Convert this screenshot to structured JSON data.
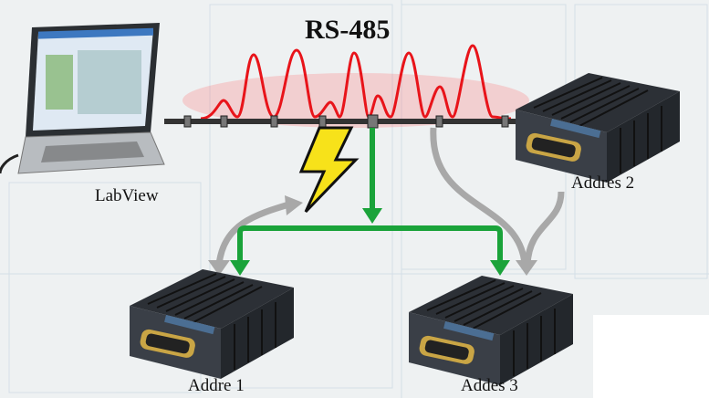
{
  "diagram": {
    "title": "RS-485",
    "nodes": [
      {
        "id": "pc",
        "label": "LabView",
        "icon": "laptop-icon"
      },
      {
        "id": "dev1",
        "label": "Addre 1",
        "icon": "rs485-converter-icon"
      },
      {
        "id": "dev2",
        "label": "Addres 2",
        "icon": "rs485-converter-icon"
      },
      {
        "id": "dev3",
        "label": "Addes 3",
        "icon": "rs485-converter-icon"
      }
    ],
    "colors": {
      "signal": "#e8141a",
      "bus_data": "#1aa33a",
      "link": "#a8a8a8",
      "lightning": "#f7e21a"
    }
  }
}
